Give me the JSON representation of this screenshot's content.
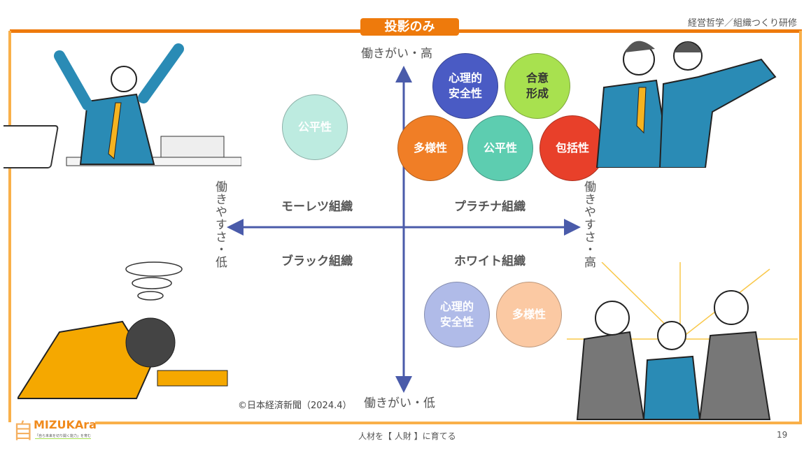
{
  "header": {
    "tag": "投影のみ",
    "course": "経営哲学／組織つくり研修"
  },
  "axes": {
    "top": "働きがい・高",
    "bottom": "働きがい・低",
    "left": "働きやすさ・低",
    "right": "働きやすさ・高"
  },
  "quadrants": {
    "top_left": "モーレツ組織",
    "top_right": "プラチナ組織",
    "bottom_left": "ブラック組織",
    "bottom_right": "ホワイト組織"
  },
  "circles": [
    {
      "label": "心理的\n安全性",
      "color": "#4A5BC4",
      "text_color": "#ffffff"
    },
    {
      "label": "合意\n形成",
      "color": "#A8E14F",
      "text_color": "#333333"
    },
    {
      "label": "多様性",
      "color": "#F07E26",
      "text_color": "#ffffff"
    },
    {
      "label": "公平性",
      "color": "#5DCDB0",
      "text_color": "#ffffff"
    },
    {
      "label": "包括性",
      "color": "#E8402A",
      "text_color": "#ffffff"
    },
    {
      "label": "公平性",
      "color": "#BDEBE0",
      "text_color": "#ffffff"
    },
    {
      "label": "心理的\n安全性",
      "color": "#B0BBE8",
      "text_color": "#ffffff"
    },
    {
      "label": "多様性",
      "color": "#FBC9A3",
      "text_color": "#ffffff"
    }
  ],
  "source": "©日本経済新聞（2024.4）",
  "footer": {
    "tagline": "人材を【 人財 】に育てる",
    "page": "19"
  },
  "logo": {
    "name": "MIZUKAra",
    "sub": "「自ら未来を切り開く能力」を育む"
  },
  "colors": {
    "accent": "#EE7A0C",
    "border": "#F9B04A",
    "axis": "#4A5BAA"
  }
}
